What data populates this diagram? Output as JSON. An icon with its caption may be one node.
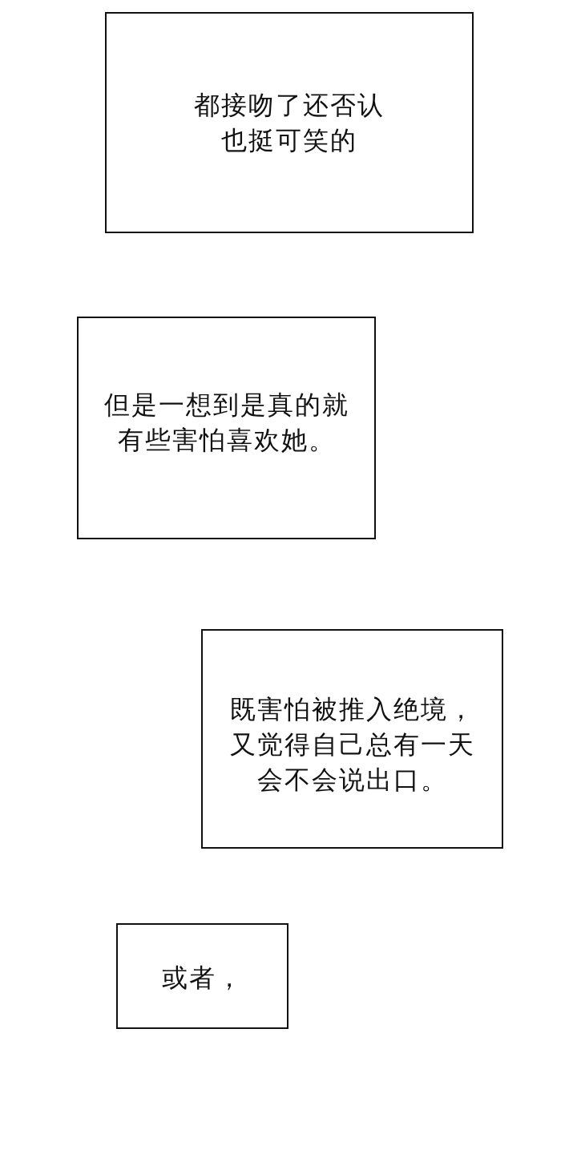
{
  "diagram": {
    "nodes": [
      {
        "text": [
          "都接吻了还否认也挺可笑的"
        ]
      },
      {
        "text": [
          "但是一想到是真的就有些害怕喜欢她。"
        ]
      },
      {
        "text": [
          "既害怕被推入绝境，又觉得自己总有一天会不会说出口。"
        ]
      },
      {
        "text": [
          "或者，"
        ]
      }
    ]
  }
}
